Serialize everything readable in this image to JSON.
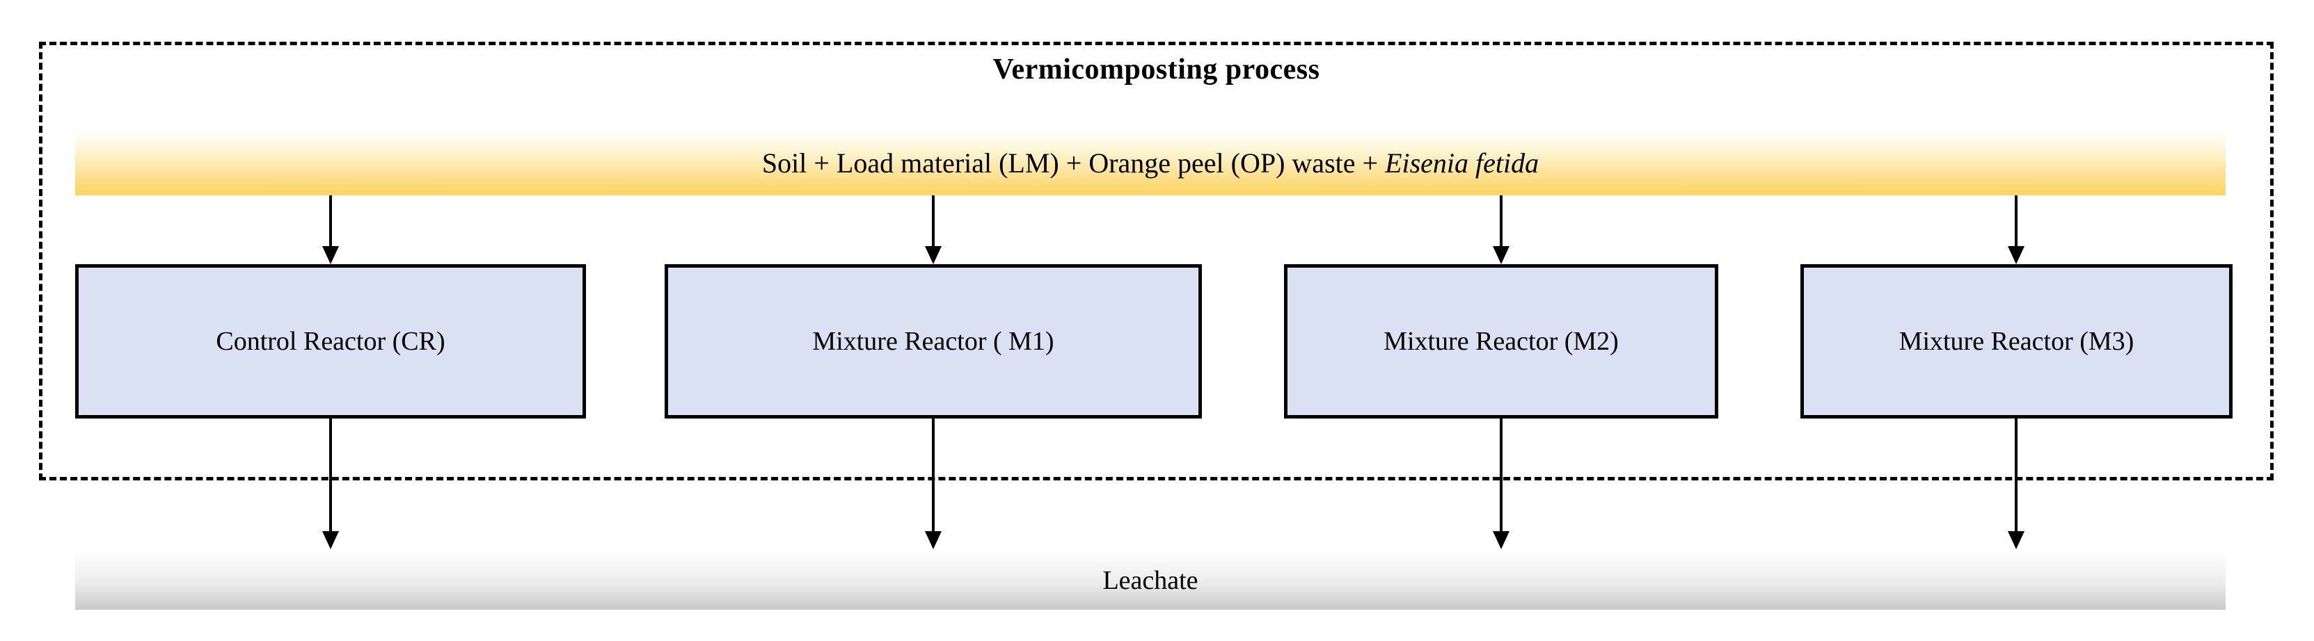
{
  "diagram": {
    "title": "Vermicomposting process",
    "feed_bar": {
      "text_plain": "Soil + Load material (LM) + Orange peel (OP) waste + ",
      "text_species_italic": "Eisenia fetida"
    },
    "reactors": [
      {
        "label": "Control Reactor (CR)"
      },
      {
        "label": "Mixture Reactor ( M1)"
      },
      {
        "label": "Mixture Reactor (M2)"
      },
      {
        "label": "Mixture Reactor (M3)"
      }
    ],
    "output_bar": {
      "label": "Leachate"
    },
    "colors": {
      "feed_bar_gradient_end": "#fcd45f",
      "reactor_fill": "#d9e1f2",
      "reactor_border": "#000000",
      "leachate_gradient_end": "#c9c9c9",
      "dashed_border": "#000000"
    }
  }
}
